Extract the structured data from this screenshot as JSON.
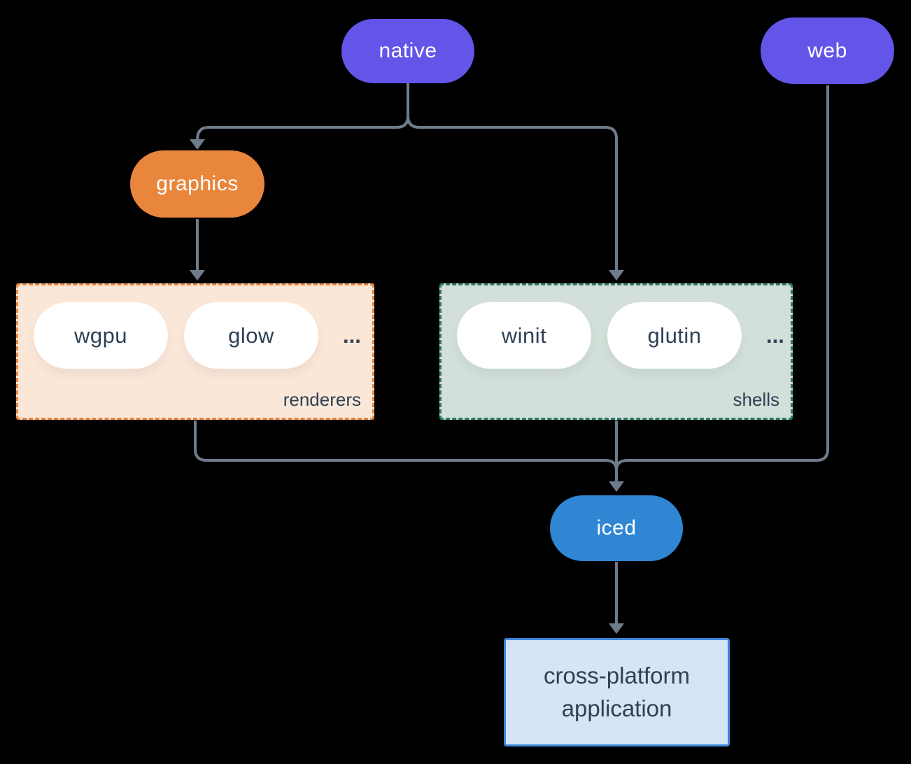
{
  "colors": {
    "background": "#000000",
    "line": "#6e7b8b",
    "node_purple": "#6355e8",
    "node_orange": "#e8863c",
    "node_blue": "#2f86d3",
    "pill_white": "#ffffff",
    "text_light": "#ffffff",
    "text_dark": "#2f4155",
    "renderers_fill": "#fbe7d8",
    "renderers_border": "#e8863c",
    "shells_fill": "#d2e0d9",
    "shells_border": "#2e7d6e",
    "app_fill": "#d5e5f6",
    "app_border": "#3c87d8"
  },
  "nodes": {
    "native": {
      "label": "native"
    },
    "web": {
      "label": "web"
    },
    "graphics": {
      "label": "graphics"
    },
    "iced": {
      "label": "iced"
    },
    "application": {
      "label": "cross-platform application"
    }
  },
  "groups": {
    "renderers": {
      "label": "renderers",
      "items": [
        "wgpu",
        "glow"
      ],
      "ellipsis": "..."
    },
    "shells": {
      "label": "shells",
      "items": [
        "winit",
        "glutin"
      ],
      "ellipsis": "..."
    }
  }
}
